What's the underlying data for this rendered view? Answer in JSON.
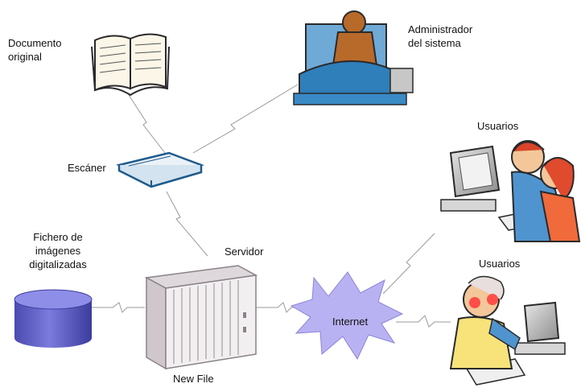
{
  "labels": {
    "documento": "Documento\noriginal",
    "administrador": "Administrador\ndel sistema",
    "escaner": "Escáner",
    "usuarios_top": "Usuarios",
    "fichero": "Fichero de\nimágenes\ndigitalizadas",
    "servidor": "Servidor",
    "usuarios_bottom": "Usuarios",
    "internet": "Internet",
    "new_file": "New File"
  },
  "colors": {
    "connector": "#9a9a9a",
    "scanner": "#1f5a8c",
    "database": "#5b5bc0",
    "internet_burst": "#b9b2f2",
    "server_frame": "#b8b0b6"
  }
}
